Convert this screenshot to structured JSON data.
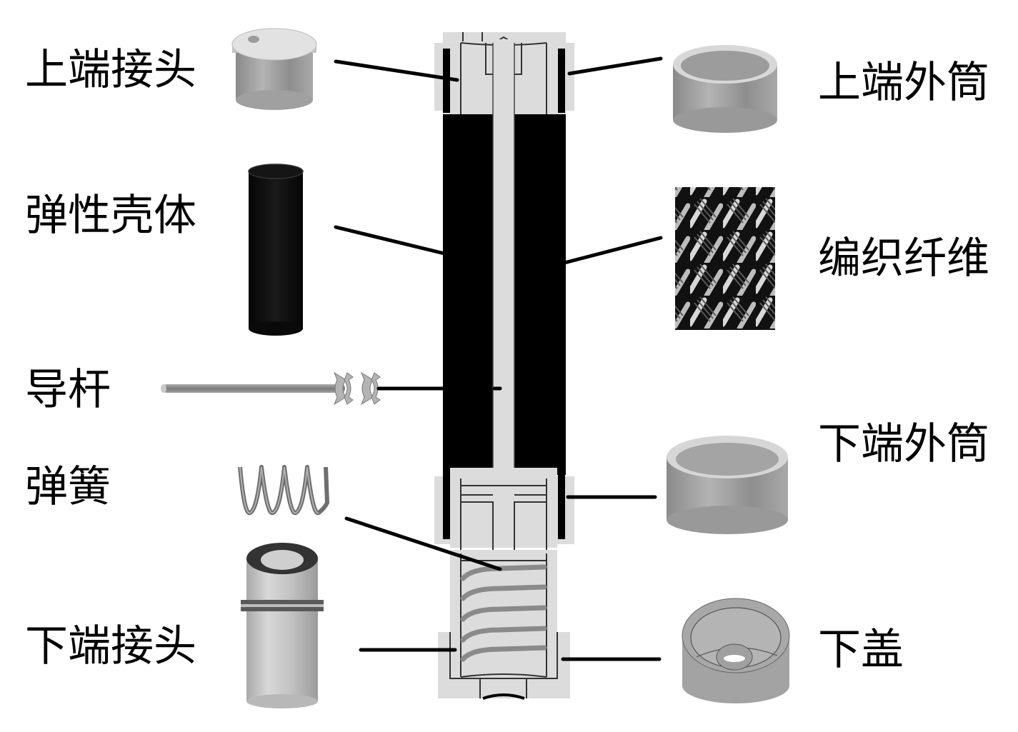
{
  "diagram": {
    "title": "Exploded and cross-section view of fiber-reinforced elastic actuator",
    "labels": {
      "upper_connector": "上端接头",
      "elastic_shell": "弹性壳体",
      "guide_rod": "导杆",
      "spring": "弹簧",
      "lower_connector": "下端接头",
      "upper_outer_sleeve": "上端外筒",
      "braided_fiber": "编织纤维",
      "lower_outer_sleeve": "下端外筒",
      "lower_cap": "下盖"
    },
    "colors": {
      "background": "#ffffff",
      "section_fill": "#dcdcdc",
      "shell_black": "#000000",
      "metal_gray": "#9a9a9a",
      "spring_gray": "#8a8a8a"
    }
  }
}
